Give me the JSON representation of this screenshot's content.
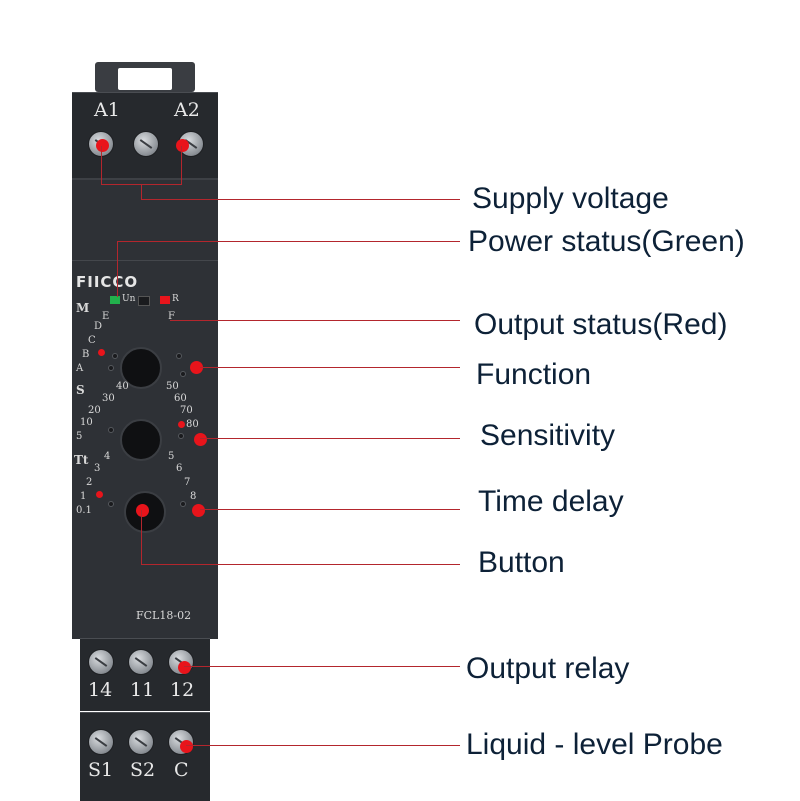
{
  "device": {
    "brand": "FIICCO",
    "model": "FCL18-02",
    "top_terminals": [
      "A1",
      "A2"
    ],
    "led_labels": {
      "un": "Un",
      "r": "R"
    },
    "function_group": {
      "label": "M",
      "left": [
        "E",
        "D",
        "C",
        "B",
        "A"
      ],
      "right": [
        "F"
      ]
    },
    "sensitivity_group": {
      "label": "S",
      "left": [
        "40",
        "30",
        "20",
        "10",
        "5"
      ],
      "right": [
        "50",
        "60",
        "70",
        "80"
      ]
    },
    "time_group": {
      "label": "Tt",
      "left": [
        "4",
        "3",
        "2",
        "1",
        "0.1"
      ],
      "right": [
        "5",
        "6",
        "7",
        "8"
      ]
    },
    "output_terminals": [
      "14",
      "11",
      "12"
    ],
    "probe_terminals": [
      "S1",
      "S2",
      "C"
    ]
  },
  "callouts": {
    "supply_voltage": "Supply voltage",
    "power_status": "Power status(Green)",
    "output_status": "Output status(Red)",
    "function": "Function",
    "sensitivity": "Sensitivity",
    "time_delay": "Time delay",
    "button": "Button",
    "output_relay": "Output relay",
    "liquid_level_probe": "Liquid - level Probe"
  },
  "colors": {
    "accent_red": "#e8141b",
    "led_green": "#22b14c",
    "callout_text": "#0d2137",
    "body": "#2e3136"
  }
}
